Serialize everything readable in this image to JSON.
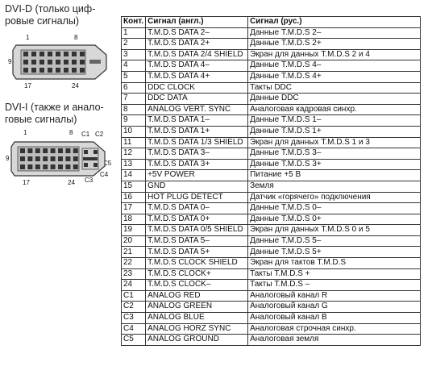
{
  "dvi_d": {
    "caption": "DVI-D (только циф-\nровые сигналы)",
    "labels": {
      "top_left": "1",
      "top_right": "8",
      "left": "9",
      "bottom_left": "17",
      "bottom_right": "24"
    }
  },
  "dvi_i": {
    "caption": "DVI-I (также и анало-\nговые сигналы)",
    "labels": {
      "top_left": "1",
      "top_mid": "8",
      "c1": "C1",
      "c2": "C2",
      "left": "9",
      "c4": "C4",
      "c5": "C5",
      "c3": "C3",
      "bottom_left": "17",
      "bottom_right": "24"
    }
  },
  "table": {
    "headers": [
      "Конт.",
      "Сигнал (англ.)",
      "Сигнал (рус.)"
    ],
    "rows": [
      [
        "1",
        "T.M.D.S DATA 2–",
        "Данные T.M.D.S 2–"
      ],
      [
        "2",
        "T.M.D.S DATA 2+",
        "Данные T.M.D.S 2+"
      ],
      [
        "3",
        "T.M.D.S DATA 2/4 SHIELD",
        "Экран для данных T.M.D.S 2 и 4"
      ],
      [
        "4",
        "T.M.D.S DATA 4–",
        "Данные T.M.D.S 4–"
      ],
      [
        "5",
        "T.M.D.S DATA 4+",
        "Данные T.M.D.S 4+"
      ],
      [
        "6",
        "DDC CLOCK",
        "Такты DDC"
      ],
      [
        "7",
        "DDC DATA",
        "Данные DDC"
      ],
      [
        "8",
        "ANALOG VERT. SYNC",
        "Аналоговая кадровая синхр."
      ],
      [
        "9",
        "T.M.D.S DATA 1–",
        "Данные T.M.D.S 1–"
      ],
      [
        "10",
        "T.M.D.S DATA 1+",
        "Данные T.M.D.S 1+"
      ],
      [
        "11",
        "T.M.D.S DATA 1/3 SHIELD",
        "Экран для данных T.M.D.S 1 и 3"
      ],
      [
        "12",
        "T.M.D.S DATA 3–",
        "Данные T.M.D.S 3–"
      ],
      [
        "13",
        "T.M.D.S DATA 3+",
        "Данные T.M.D.S 3+"
      ],
      [
        "14",
        "+5V POWER",
        "Питание +5 В"
      ],
      [
        "15",
        "GND",
        "Земля"
      ],
      [
        "16",
        "HOT PLUG DETECT",
        "Датчик «горячего» подключения"
      ],
      [
        "17",
        "T.M.D.S DATA 0–",
        "Данные T.M.D.S 0–"
      ],
      [
        "18",
        "T.M.D.S DATA 0+",
        "Данные T.M.D.S 0+"
      ],
      [
        "19",
        "T.M.D.S DATA 0/5 SHIELD",
        "Экран для данных T.M.D.S 0 и 5"
      ],
      [
        "20",
        "T.M.D.S DATA 5–",
        "Данные T.M.D.S 5–"
      ],
      [
        "21",
        "T.M.D.S DATA 5+",
        "Данные T.M.D.S 5+"
      ],
      [
        "22",
        "T.M.D.S CLOCK SHIELD",
        "Экран для тактов T.M.D.S"
      ],
      [
        "23",
        "T.M.D.S CLOCK+",
        "Такты T.M.D.S +"
      ],
      [
        "24",
        "T.M.D.S CLOCK–",
        "Такты T.M.D.S –"
      ],
      [
        "C1",
        "ANALOG RED",
        "Аналоговый канал R"
      ],
      [
        "C2",
        "ANALOG GREEN",
        "Аналоговый канал G"
      ],
      [
        "C3",
        "ANALOG BLUE",
        "Аналоговый канал B"
      ],
      [
        "C4",
        "ANALOG HORZ SYNC",
        "Аналоговая строчная синхр."
      ],
      [
        "C5",
        "ANALOG GROUND",
        "Аналоговая земля"
      ]
    ]
  }
}
